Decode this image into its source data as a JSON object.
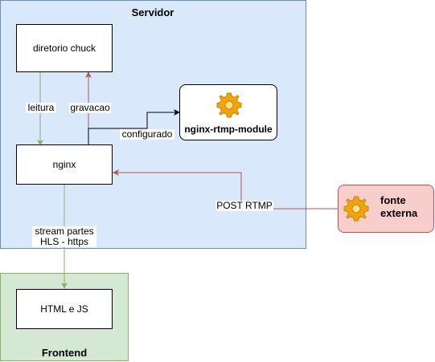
{
  "colors": {
    "servidor_fill": "#dae8fc",
    "servidor_stroke": "#6c8ebf",
    "frontend_fill": "#d5e8d4",
    "frontend_stroke": "#82b366",
    "fonte_fill": "#f8cecc",
    "fonte_stroke": "#b85450",
    "green_arrow": "#82b366",
    "red_arrow": "#b85450",
    "black_arrow": "#000000",
    "gear_color": "#f0a30a"
  },
  "containers": {
    "servidor": {
      "title": "Servidor"
    },
    "frontend": {
      "title": "Frontend"
    }
  },
  "nodes": {
    "diretorio": {
      "label": "diretorio chuck"
    },
    "nginx": {
      "label": "nginx"
    },
    "module": {
      "label": "nginx-rtmp-module",
      "icon": "gear-icon"
    },
    "fonte": {
      "label": "fonte\nexterna",
      "icon": "gear-icon"
    },
    "html": {
      "label": "HTML e JS"
    }
  },
  "edges": {
    "leitura": "leitura",
    "gravacao": "gravacao",
    "configurado": "configurado",
    "post_rtmp": "POST RTMP",
    "stream": "stream partes\nHLS - https"
  }
}
